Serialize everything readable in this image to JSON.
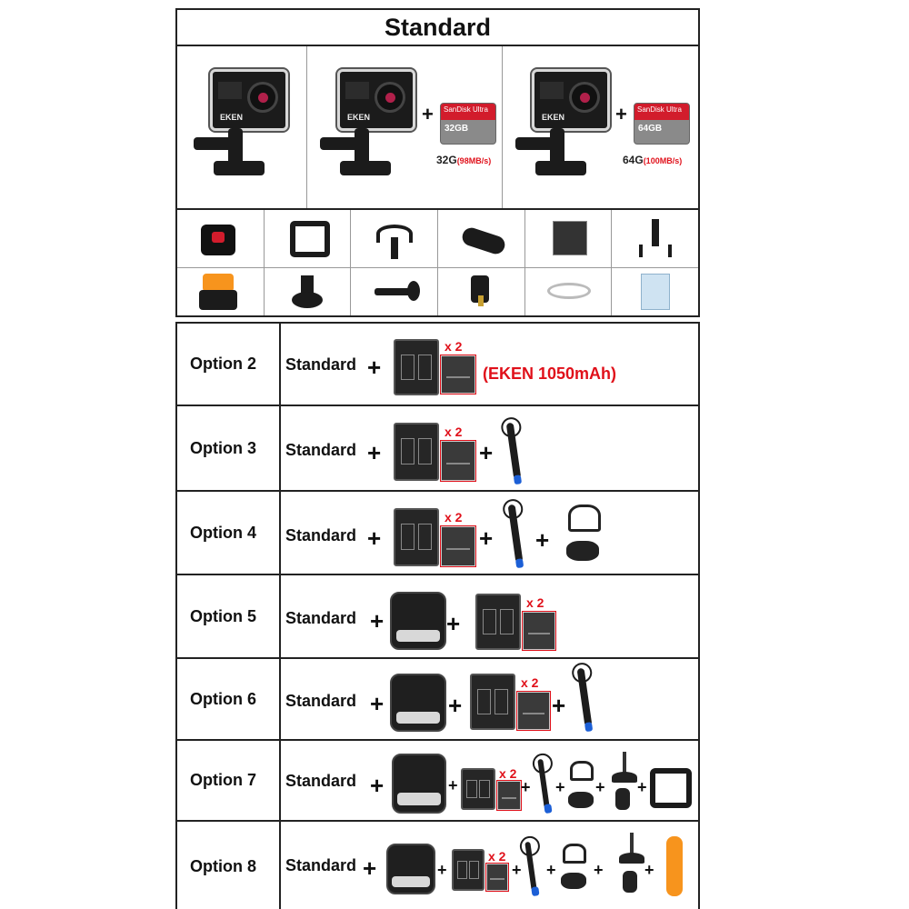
{
  "standard_panel": {
    "title": "Standard",
    "packs": [
      {
        "camera_brand": "EKEN"
      },
      {
        "camera_brand": "EKEN",
        "card": {
          "brand": "SanDisk Ultra",
          "size": "32GB",
          "label": "32G",
          "speed": "(98MB/s)"
        }
      },
      {
        "camera_brand": "EKEN",
        "card": {
          "brand": "SanDisk Ultra",
          "size": "64GB",
          "label": "64G",
          "speed": "(100MB/s)"
        }
      }
    ],
    "accessories_row1": [
      "remote-icon",
      "frame-icon",
      "bike-mount-icon",
      "curved-mount-icon",
      "battery-icon",
      "tripod-icon"
    ],
    "accessories_row2": [
      "clip-mount-icon",
      "tripod-adapter-icon",
      "extension-arm-icon",
      "charger-plug-icon",
      "usb-cable-icon",
      "manual-icon"
    ]
  },
  "options": [
    {
      "label": "Option 2",
      "standard": "Standard",
      "multiplier": "x 2",
      "note": "(EKEN 1050mAh)"
    },
    {
      "label": "Option 3",
      "standard": "Standard",
      "multiplier": "x 2"
    },
    {
      "label": "Option 4",
      "standard": "Standard",
      "multiplier": "x 2"
    },
    {
      "label": "Option 5",
      "standard": "Standard",
      "multiplier": "x 2"
    },
    {
      "label": "Option 6",
      "standard": "Standard",
      "multiplier": "x 2"
    },
    {
      "label": "Option 7",
      "standard": "Standard",
      "multiplier": "x 2"
    },
    {
      "label": "Option 8",
      "standard": "Standard",
      "multiplier": "x 2"
    }
  ],
  "plus_sign": "+",
  "colors": {
    "accent_red": "#e0101a",
    "border": "#222222",
    "float_orange": "#f7941d",
    "stick_blue": "#1c5fd6"
  }
}
